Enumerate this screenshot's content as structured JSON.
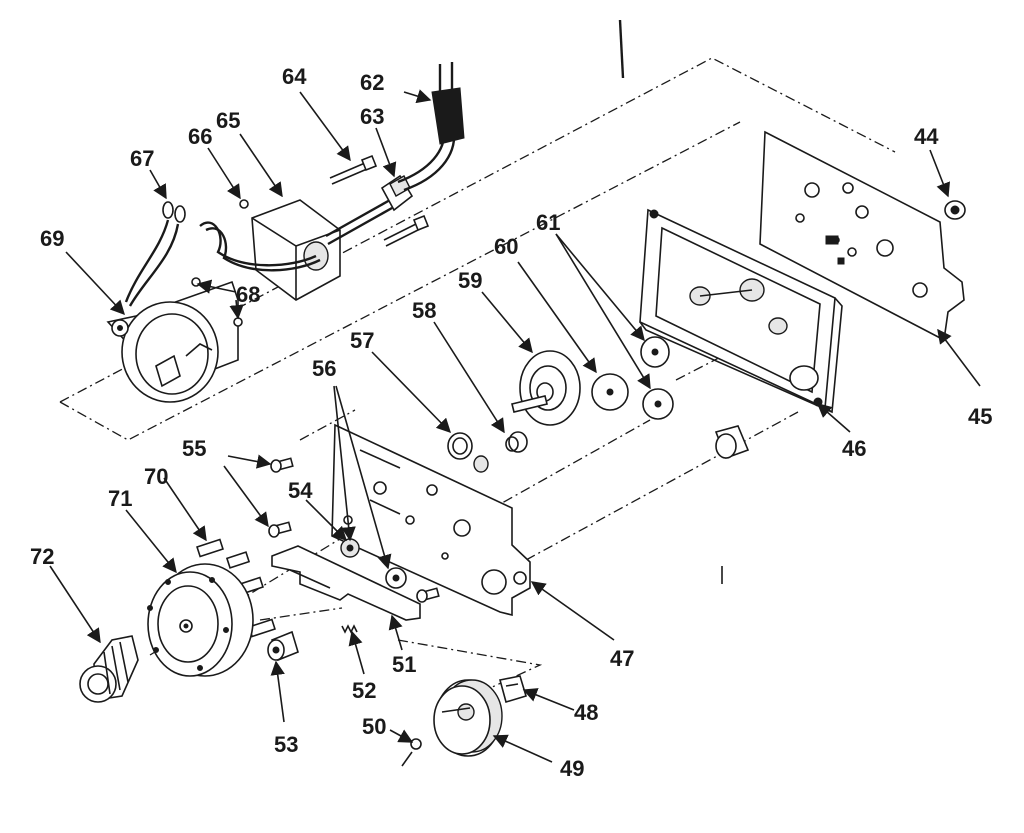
{
  "labels": {
    "p44": "44",
    "p45": "45",
    "p46": "46",
    "p47": "47",
    "p48": "48",
    "p49": "49",
    "p50": "50",
    "p51": "51",
    "p52": "52",
    "p53": "53",
    "p54": "54",
    "p55": "55",
    "p56": "56",
    "p57": "57",
    "p58": "58",
    "p59": "59",
    "p60": "60",
    "p61": "61",
    "p62": "62",
    "p63": "63",
    "p64": "64",
    "p65": "65",
    "p66": "66",
    "p67": "67",
    "p68": "68",
    "p69": "69",
    "p70": "70",
    "p71": "71",
    "p72": "72"
  }
}
